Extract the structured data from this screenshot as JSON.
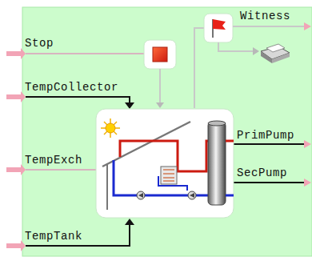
{
  "diagram": {
    "labels": [
      "Stop",
      "TempCollector",
      "TempExch",
      "TempTank",
      "Witness",
      "PrimPump",
      "SecPump"
    ]
  }
}
